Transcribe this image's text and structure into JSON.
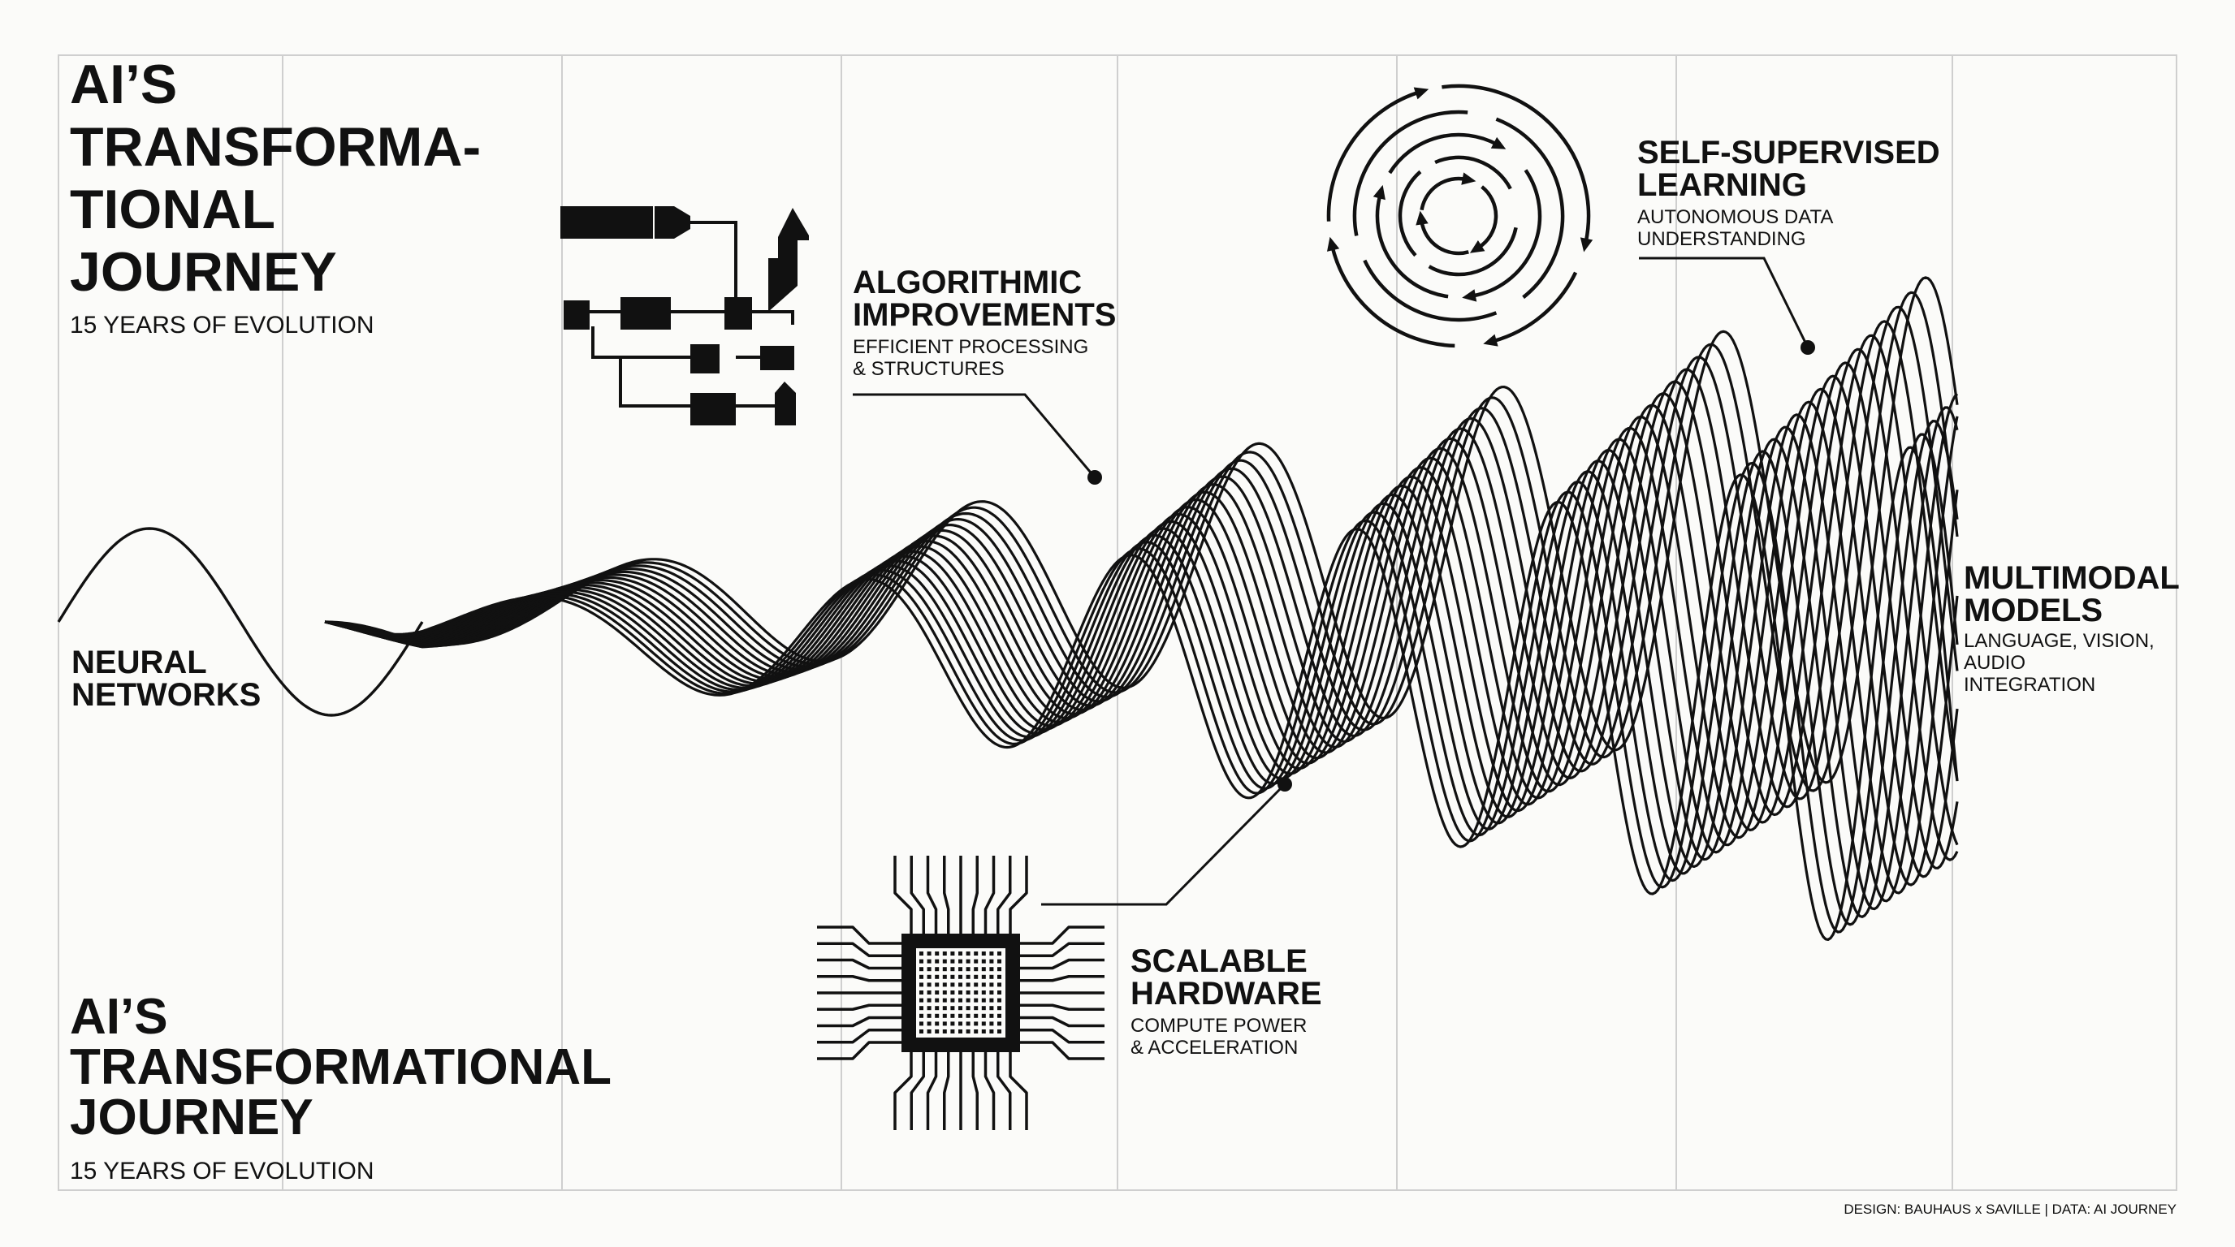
{
  "title_top": {
    "heading": "AI’S\nTRANSFORMA-\nTIONAL\nJOURNEY",
    "subtitle": "15 YEARS OF EVOLUTION"
  },
  "title_bottom": {
    "heading": "AI’S\nTRANSFORMATIONAL\nJOURNEY",
    "subtitle": "15 YEARS OF EVOLUTION"
  },
  "milestones": {
    "neural_networks": {
      "title": "NEURAL\nNETWORKS"
    },
    "algorithmic": {
      "title": "ALGORITHMIC\nIMPROVEMENTS",
      "subtitle": "EFFICIENT PROCESSING\n& STRUCTURES",
      "icon": "flowchart-icon"
    },
    "hardware": {
      "title": "SCALABLE\nHARDWARE",
      "subtitle": "COMPUTE POWER\n& ACCELERATION",
      "icon": "chip-icon"
    },
    "self_supervised": {
      "title": "SELF-SUPERVISED\nLEARNING",
      "subtitle": "AUTONOMOUS DATA\nUNDERSTANDING",
      "icon": "concentric-arrows-icon"
    },
    "multimodal": {
      "title": "MULTIMODAL\nMODELS",
      "subtitle": "LANGUAGE, VISION,\nAUDIO\nINTEGRATION"
    }
  },
  "credit": "DESIGN: BAUHAUS x SAVILLE  |  DATA: AI JOURNEY",
  "colors": {
    "ink": "#111111",
    "paper": "#fbfbf9",
    "grid": "#cfcfcf"
  }
}
